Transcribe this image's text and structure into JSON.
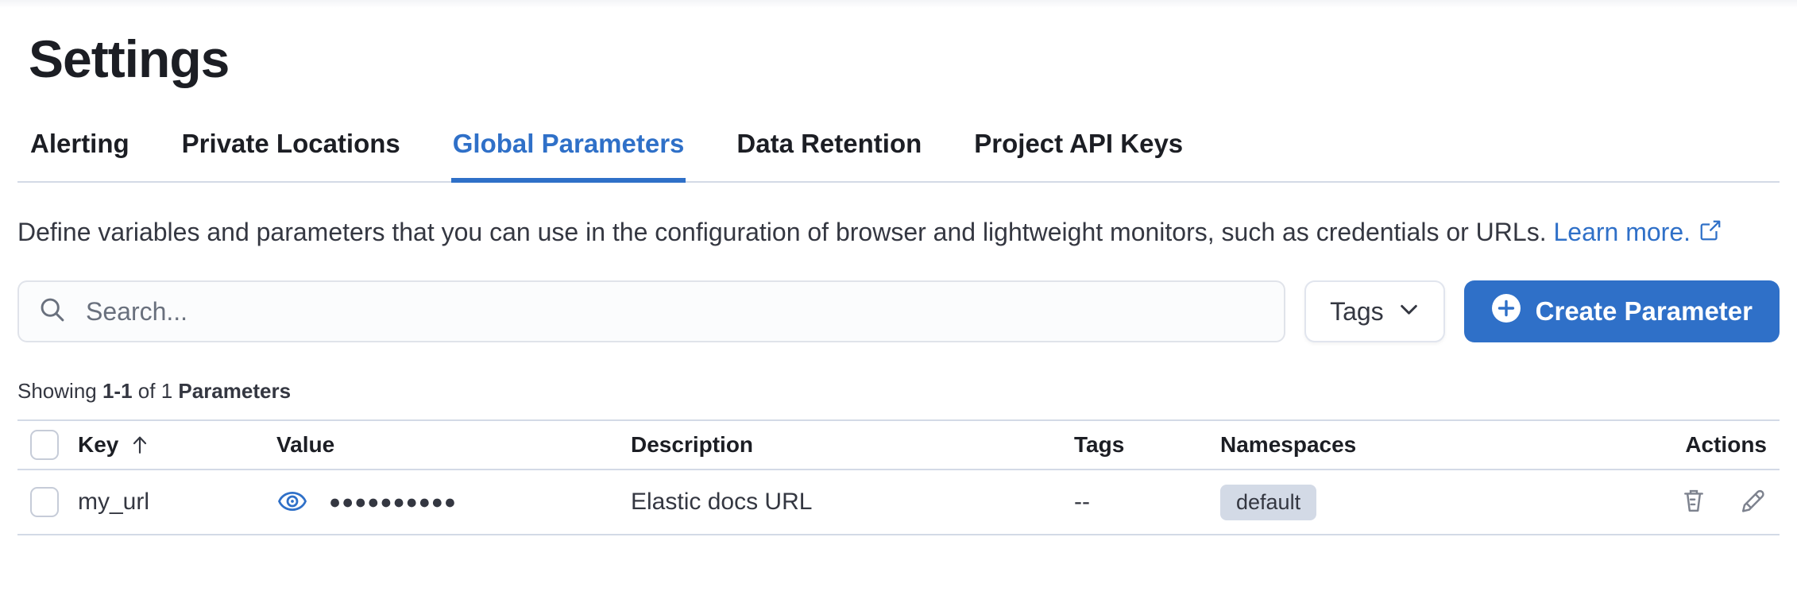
{
  "page": {
    "title": "Settings"
  },
  "tabs": [
    {
      "label": "Alerting",
      "active": false
    },
    {
      "label": "Private Locations",
      "active": false
    },
    {
      "label": "Global Parameters",
      "active": true
    },
    {
      "label": "Data Retention",
      "active": false
    },
    {
      "label": "Project API Keys",
      "active": false
    }
  ],
  "description": {
    "text": "Define variables and parameters that you can use in the configuration of browser and lightweight monitors, such as credentials or URLs.",
    "link_label": "Learn more.",
    "link_icon": "external-link-icon"
  },
  "toolbar": {
    "search_placeholder": "Search...",
    "search_icon": "search-icon",
    "tags_label": "Tags",
    "tags_icon": "chevron-down-icon",
    "create_label": "Create Parameter",
    "create_icon": "plus-in-circle-icon"
  },
  "summary": {
    "prefix": "Showing",
    "range": "1-1",
    "middle": "of 1",
    "entity": "Parameters"
  },
  "table": {
    "headers": {
      "key": "Key",
      "key_sort_icon": "sort-ascending-arrow-icon",
      "value": "Value",
      "description": "Description",
      "tags": "Tags",
      "namespaces": "Namespaces",
      "actions": "Actions"
    },
    "row": {
      "key": "my_url",
      "value_masked": "●●●●●●●●●●",
      "value_icon": "eye-icon",
      "description": "Elastic docs URL",
      "tags": "--",
      "namespace": "default",
      "action_icons": [
        "trash-icon",
        "pencil-icon"
      ]
    }
  },
  "colors": {
    "accent": "#2f70c8",
    "heading_text": "#1c1e24",
    "body_text": "#343741",
    "muted_text": "#69707d",
    "border": "#d3dae6",
    "badge_bg": "#d3dae6",
    "input_bg": "#fbfcfd",
    "icon_gray": "#7d828e"
  }
}
